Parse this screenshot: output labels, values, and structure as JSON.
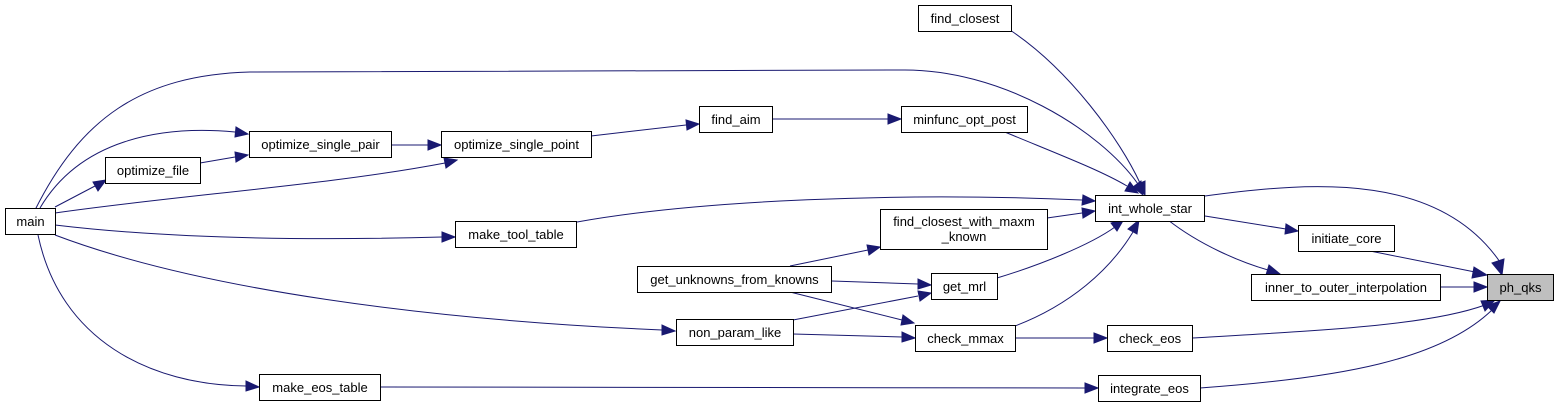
{
  "graph": {
    "nodes": {
      "main": "main",
      "optimize_file": "optimize_file",
      "optimize_single_pair": "optimize_single_pair",
      "optimize_single_point": "optimize_single_point",
      "find_aim": "find_aim",
      "minfunc_opt_post": "minfunc_opt_post",
      "find_closest": "find_closest",
      "make_tool_table": "make_tool_table",
      "find_closest_with_maxm_known_line1": "find_closest_with_maxm",
      "find_closest_with_maxm_known_line2": "_known",
      "int_whole_star": "int_whole_star",
      "initiate_core": "initiate_core",
      "inner_to_outer_interpolation": "inner_to_outer_interpolation",
      "ph_qks": "ph_qks",
      "get_unknowns_from_knowns": "get_unknowns_from_knowns",
      "get_mrl": "get_mrl",
      "non_param_like": "non_param_like",
      "check_mmax": "check_mmax",
      "check_eos": "check_eos",
      "make_eos_table": "make_eos_table",
      "integrate_eos": "integrate_eos"
    },
    "highlighted_node": "ph_qks",
    "edge_color": "#191970"
  }
}
